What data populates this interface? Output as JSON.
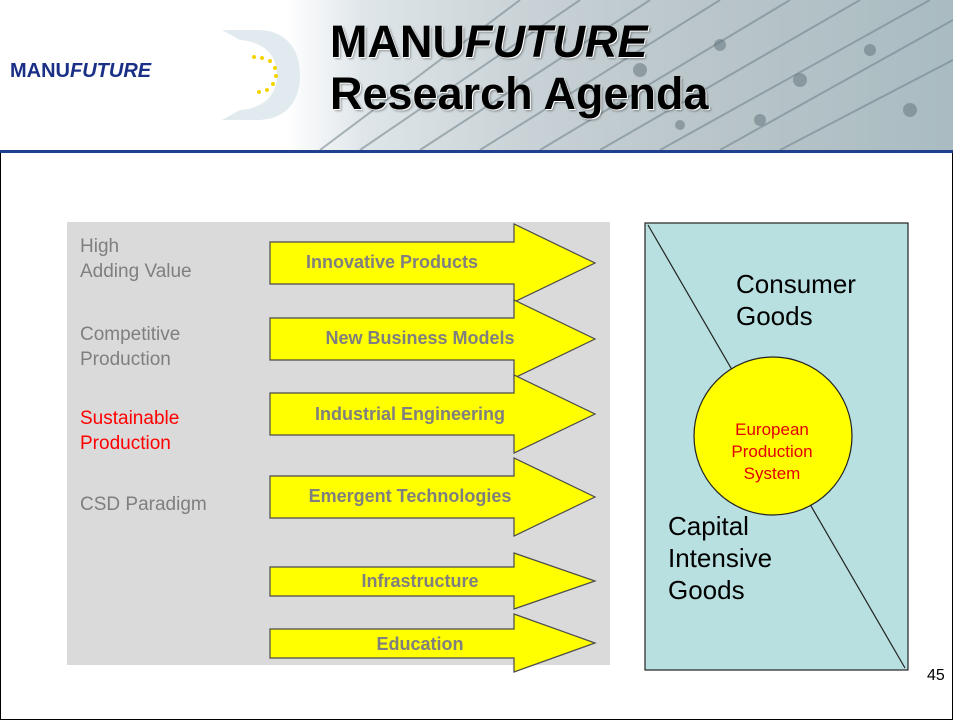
{
  "header": {
    "logo_prefix": "MANU",
    "logo_suffix": "FUTURE",
    "title_line1_prefix": "MANU",
    "title_line1_suffix": "FUTURE",
    "title_line2": "Research Agenda"
  },
  "left_labels": {
    "high_line1": "High",
    "high_line2": "Adding Value",
    "competitive_line1": "Competitive",
    "competitive_line2": "Production",
    "sustainable_line1": "Sustainable",
    "sustainable_line2": "Production",
    "csd": "CSD Paradigm"
  },
  "arrows": [
    {
      "label": "Innovative Products"
    },
    {
      "label": "New Business Models"
    },
    {
      "label": "Industrial Engineering"
    },
    {
      "label": "Emergent Technologies"
    },
    {
      "label": "Infrastructure"
    },
    {
      "label": "Education"
    }
  ],
  "diagram": {
    "consumer_line1": "Consumer",
    "consumer_line2": "Goods",
    "eps_line1": "European",
    "eps_line2": "Production",
    "eps_line3": "System",
    "capital_line1": "Capital",
    "capital_line2": "Intensive",
    "capital_line3": "Goods"
  },
  "colors": {
    "arrow_fill": "#ffff00",
    "box_fill": "#b9e0e0",
    "panel_bg": "#dadada",
    "highlight_text": "#ff0000",
    "title_rule": "#1f3f8f"
  },
  "page_number": "45"
}
